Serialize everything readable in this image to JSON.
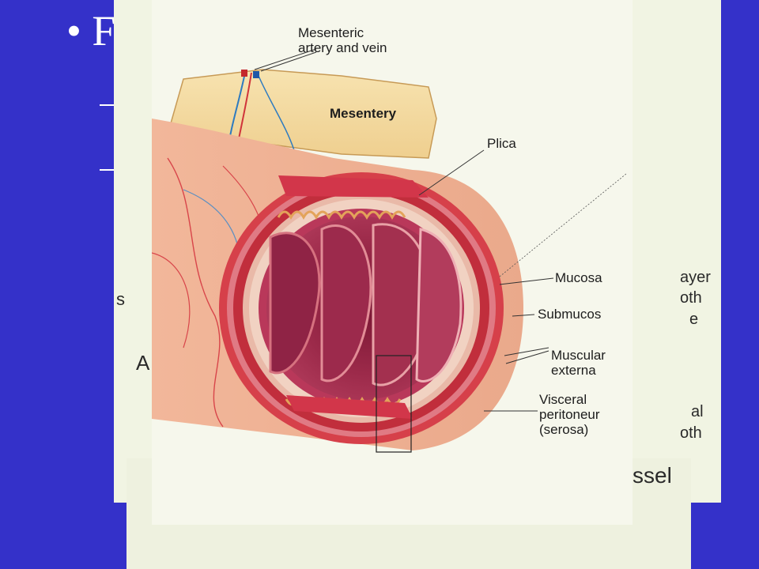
{
  "slide": {
    "bullet_partial": "• F"
  },
  "background_fragments": {
    "right_1": "ayer",
    "right_2": "oth",
    "right_3": "e",
    "right_4": "al",
    "right_5": "oth",
    "left_s": "s",
    "left_a": "A",
    "bottom_ssel": "ssel"
  },
  "figure": {
    "labels": {
      "mesenteric": "Mesenteric\nartery and vein",
      "mesentery": "Mesentery",
      "plica": "Plica",
      "mucosa": "Mucosa",
      "submucosa": "Submucos",
      "muscularis": "Muscular\nexterna",
      "serosa": "Visceral\nperitoneur\n(serosa)"
    }
  },
  "colors": {
    "slide_bg": "#3431c9",
    "panel_bg": "#f1f4e3",
    "tissue_red": "#c8313a",
    "mucosa_purple": "#a8304e",
    "mesentery_yellow": "#f3d79a"
  }
}
